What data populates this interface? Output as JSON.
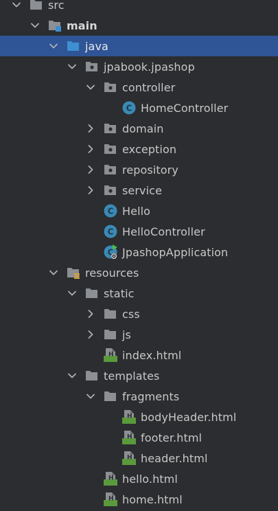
{
  "colors": {
    "background": "#2b2d30",
    "selection": "#2f5597",
    "text": "#c8c8c8",
    "folder": "#8c8f94",
    "source_folder": "#3d8fd1",
    "class_icon": "#3b8ab5",
    "html_icon": "#5a9a3c"
  },
  "tree": [
    {
      "label": "src",
      "level": 0,
      "expanded": true,
      "icon": "folder-icon"
    },
    {
      "label": "main",
      "level": 1,
      "expanded": true,
      "icon": "module-folder-icon",
      "bold": true
    },
    {
      "label": "java",
      "level": 2,
      "expanded": true,
      "icon": "source-folder-icon",
      "selected": true
    },
    {
      "label": "jpabook.jpashop",
      "level": 3,
      "expanded": true,
      "icon": "package-icon"
    },
    {
      "label": "controller",
      "level": 4,
      "expanded": true,
      "icon": "package-icon"
    },
    {
      "label": "HomeController",
      "level": 5,
      "icon": "class-icon"
    },
    {
      "label": "domain",
      "level": 4,
      "expanded": false,
      "icon": "package-icon"
    },
    {
      "label": "exception",
      "level": 4,
      "expanded": false,
      "icon": "package-icon"
    },
    {
      "label": "repository",
      "level": 4,
      "expanded": false,
      "icon": "package-icon"
    },
    {
      "label": "service",
      "level": 4,
      "expanded": false,
      "icon": "package-icon"
    },
    {
      "label": "Hello",
      "level": 4,
      "icon": "class-icon"
    },
    {
      "label": "HelloController",
      "level": 4,
      "icon": "class-icon"
    },
    {
      "label": "JpashopApplication",
      "level": 4,
      "icon": "spring-app-class-icon"
    },
    {
      "label": "resources",
      "level": 2,
      "expanded": true,
      "icon": "resources-folder-icon"
    },
    {
      "label": "static",
      "level": 3,
      "expanded": true,
      "icon": "folder-icon"
    },
    {
      "label": "css",
      "level": 4,
      "expanded": false,
      "icon": "folder-icon"
    },
    {
      "label": "js",
      "level": 4,
      "expanded": false,
      "icon": "folder-icon"
    },
    {
      "label": "index.html",
      "level": 4,
      "icon": "html-file-icon"
    },
    {
      "label": "templates",
      "level": 3,
      "expanded": true,
      "icon": "folder-icon"
    },
    {
      "label": "fragments",
      "level": 4,
      "expanded": true,
      "icon": "folder-icon"
    },
    {
      "label": "bodyHeader.html",
      "level": 5,
      "icon": "html-file-icon"
    },
    {
      "label": "footer.html",
      "level": 5,
      "icon": "html-file-icon"
    },
    {
      "label": "header.html",
      "level": 5,
      "icon": "html-file-icon"
    },
    {
      "label": "hello.html",
      "level": 4,
      "icon": "html-file-icon"
    },
    {
      "label": "home.html",
      "level": 4,
      "icon": "html-file-icon"
    }
  ]
}
